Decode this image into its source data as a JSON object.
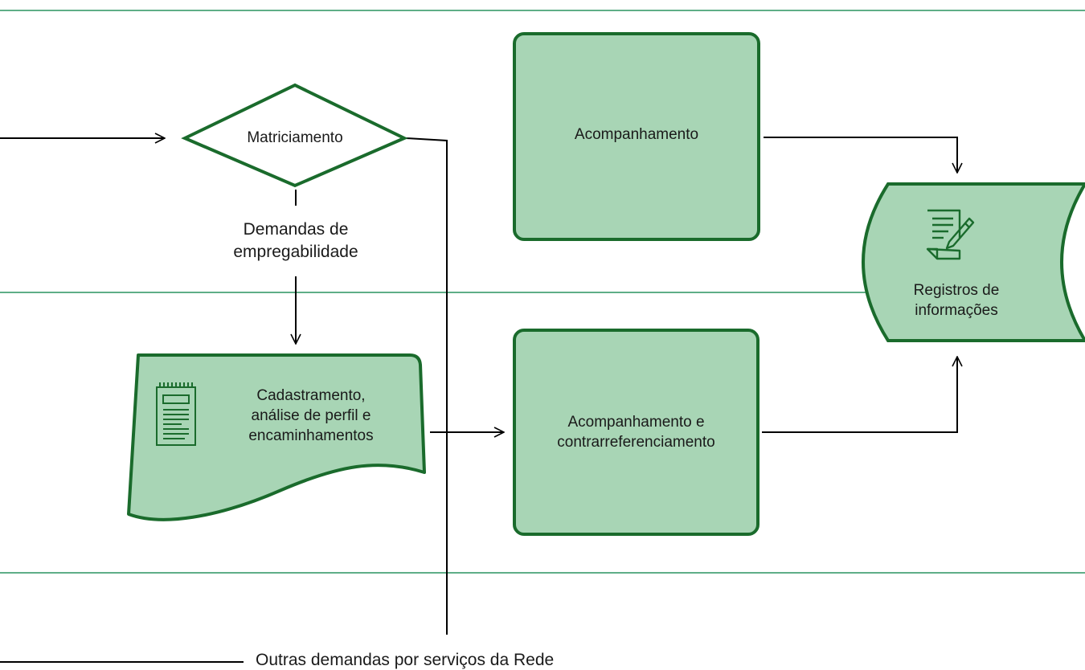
{
  "colors": {
    "fill": "#a8d5b5",
    "stroke": "#1a6b2c",
    "lane": "#5fae87",
    "line": "#000000",
    "text": "#1a1a1a"
  },
  "nodes": {
    "matriciamento": "Matriciamento",
    "demandas": "Demandas de\nempregabilidade",
    "acompanhamento": "Acompanhamento",
    "registros": "Registros de\ninformações",
    "cadastramento": "Cadastramento,\nanálise de perfil e\nencaminhamentos",
    "acompanhamento_contra": "Acompanhamento e\ncontrarreferenciamento",
    "outras": "Outras  demandas por serviços da Rede"
  },
  "icons": {
    "document": "notepad-icon",
    "records": "document-pencil-icon"
  }
}
